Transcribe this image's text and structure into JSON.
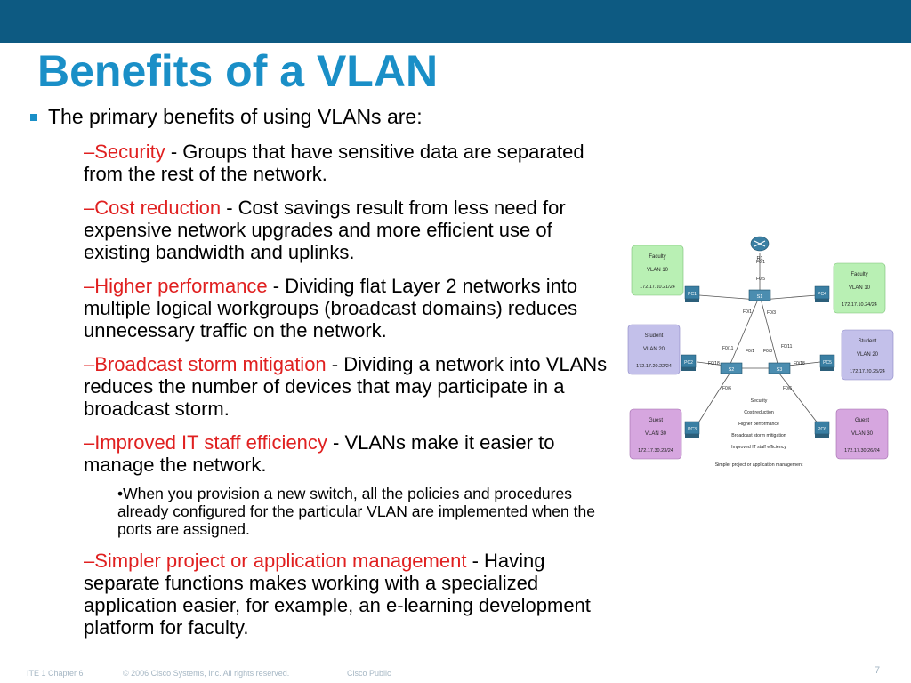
{
  "slide": {
    "title": "Benefits of a VLAN",
    "intro": "The primary benefits of using VLANs are:",
    "benefits": [
      {
        "term": "–Security",
        "desc": " - Groups that have sensitive data are separated from the rest of the network."
      },
      {
        "term": "–Cost reduction",
        "desc": " - Cost savings result from less need for expensive network upgrades and more efficient use of existing bandwidth and uplinks."
      },
      {
        "term": "–Higher performance",
        "desc": " - Dividing flat Layer 2 networks into multiple logical workgroups (broadcast domains) reduces unnecessary traffic on the network."
      },
      {
        "term": "–Broadcast storm mitigation",
        "desc": " - Dividing a network into VLANs reduces the number of devices that may participate in a broadcast storm."
      },
      {
        "term": "–Improved IT staff efficiency",
        "desc": " - VLANs make it easier to manage the network."
      },
      {
        "term": "–Simpler project or application management",
        "desc": " - Having separate functions makes working with a specialized application easier, for example, an e-learning development platform for faculty."
      }
    ],
    "sub_note": "•When you provision a new switch, all the policies and procedures already configured for the particular VLAN are implemented when the ports are assigned."
  },
  "diagram": {
    "vlans": [
      {
        "name": "Faculty",
        "vlan": "VLAN 10",
        "ip": "172.17.10.21/24"
      },
      {
        "name": "Faculty",
        "vlan": "VLAN 10",
        "ip": "172.17.10.24/24"
      },
      {
        "name": "Student",
        "vlan": "VLAN 20",
        "ip": "172.17.20.22/24"
      },
      {
        "name": "Student",
        "vlan": "VLAN 20",
        "ip": "172.17.20.25/24"
      },
      {
        "name": "Guest",
        "vlan": "VLAN 30",
        "ip": "172.17.30.23/24"
      },
      {
        "name": "Guest",
        "vlan": "VLAN 30",
        "ip": "172.17.30.26/24"
      }
    ],
    "devices": {
      "r1": "R1",
      "s1": "S1",
      "s2": "S2",
      "s3": "S3",
      "pc1": "PC1",
      "pc2": "PC2",
      "pc3": "PC3",
      "pc4": "PC4",
      "pc5": "PC5",
      "pc6": "PC6"
    },
    "ports": {
      "r1_s1": "F0/1",
      "s1_top": "F0/5",
      "s1_left": "F0/1",
      "s1_right": "F0/3",
      "s2_up": "F0/11",
      "s2_mid": "F0/1",
      "s2_pc": "F0/18",
      "s2_down": "F0/6",
      "s3_up": "F0/11",
      "s3_mid": "F0/3",
      "s3_pc": "F0/18",
      "s3_down": "F0/6"
    },
    "benefit_list": [
      "Security",
      "Cost reduction",
      "Higher performance",
      "Broadcast storm mitigation",
      "Improved  IT  staff  efficiency",
      "Simpler project or application management"
    ]
  },
  "footer": {
    "chapter": "ITE 1 Chapter 6",
    "copyright": "© 2006 Cisco Systems, Inc. All rights reserved.",
    "classification": "Cisco Public",
    "page": "7"
  },
  "colors": {
    "top_bar": "#0d5a82",
    "title": "#1a8fc7",
    "term": "#e02020",
    "faculty": "#b9f0b4",
    "student": "#c3c0ea",
    "guest": "#d6a6df"
  }
}
